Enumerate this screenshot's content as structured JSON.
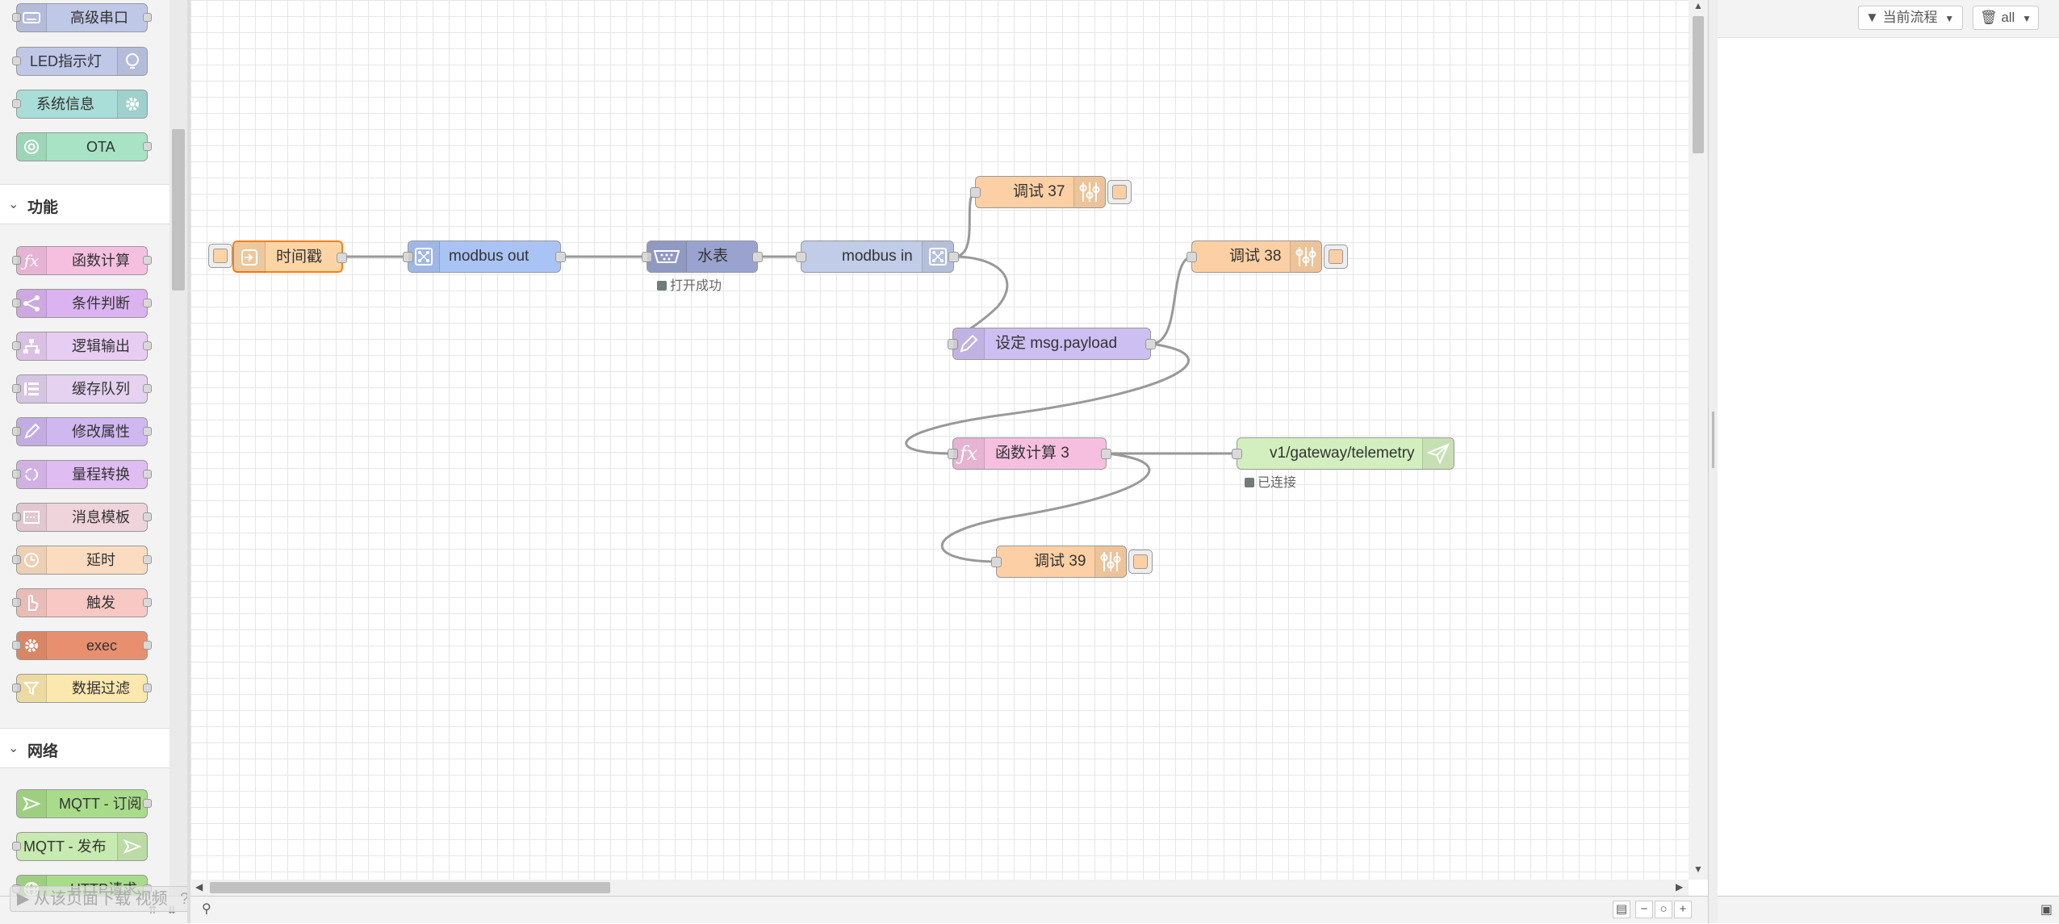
{
  "palette": {
    "top_nodes": [
      {
        "label": "高级串口",
        "color": "#c0c8e8",
        "icon": "keyboard-icon",
        "icon_side": "left"
      },
      {
        "label": "LED指示灯",
        "color": "#c0c8e8",
        "icon": "lightbulb-icon",
        "icon_side": "right"
      },
      {
        "label": "系统信息",
        "color": "#a9ddd8",
        "icon": "gear-icon",
        "icon_side": "right"
      },
      {
        "label": "OTA",
        "color": "#a7e3c4",
        "icon": "target-icon",
        "icon_side": "left"
      }
    ],
    "categories": [
      {
        "title": "功能",
        "nodes": [
          {
            "label": "函数计算",
            "color": "#f6bfe0",
            "icon": "function-icon",
            "icon_side": "left"
          },
          {
            "label": "条件判断",
            "color": "#dab3f0",
            "icon": "branch-icon",
            "icon_side": "left"
          },
          {
            "label": "逻辑输出",
            "color": "#e8cdf3",
            "icon": "hierarchy-icon",
            "icon_side": "left"
          },
          {
            "label": "缓存队列",
            "color": "#e4d2f0",
            "icon": "list-icon",
            "icon_side": "left"
          },
          {
            "label": "修改属性",
            "color": "#cfb7f0",
            "icon": "pencil-icon",
            "icon_side": "left"
          },
          {
            "label": "量程转换",
            "color": "#dfbdf2",
            "icon": "refresh-icon",
            "icon_side": "left"
          },
          {
            "label": "消息模板",
            "color": "#f0d4dc",
            "icon": "template-icon",
            "icon_side": "left"
          },
          {
            "label": "延时",
            "color": "#fcdcc0",
            "icon": "clock-icon",
            "icon_side": "left"
          },
          {
            "label": "触发",
            "color": "#f8c8c4",
            "icon": "hand-icon",
            "icon_side": "left"
          },
          {
            "label": "exec",
            "color": "#e78f6e",
            "icon": "cog-icon",
            "icon_side": "left"
          },
          {
            "label": "数据过滤",
            "color": "#fbe8ae",
            "icon": "filter-icon",
            "icon_side": "left"
          }
        ]
      },
      {
        "title": "网络",
        "nodes": [
          {
            "label": "MQTT - 订阅",
            "color": "#a8dc8a",
            "icon": "send-icon",
            "icon_side": "left"
          },
          {
            "label": "MQTT - 发布",
            "color": "#c7eab0",
            "icon": "send-icon",
            "icon_side": "right"
          },
          {
            "label": "HTTP请求",
            "color": "#a8dc8a",
            "icon": "globe-icon",
            "icon_side": "left"
          }
        ]
      }
    ],
    "toast": "从该页面下载 视频"
  },
  "flow": {
    "nodes": [
      {
        "id": "n1",
        "label": "时间戳",
        "color": "#fcd5a6",
        "icon": "inject-icon",
        "icon_side": "left",
        "selected": true
      },
      {
        "id": "n2",
        "label": "modbus out",
        "color": "#a9c3f4",
        "icon": "modbus-icon",
        "icon_side": "left"
      },
      {
        "id": "n3",
        "label": "水表",
        "color": "#9aa3cf",
        "icon": "serial-port-icon",
        "icon_side": "left"
      },
      {
        "id": "n4",
        "label": "modbus in",
        "color": "#c0cce8",
        "icon": "modbus-icon",
        "icon_side": "right"
      },
      {
        "id": "n5",
        "label": "调试 37",
        "color": "#fcd0a4",
        "icon": "debug-icon",
        "icon_side": "right"
      },
      {
        "id": "n6",
        "label": "调试 38",
        "color": "#fcd0a4",
        "icon": "debug-icon",
        "icon_side": "right"
      },
      {
        "id": "n7",
        "label": "设定 msg.payload",
        "color": "#cdbff2",
        "icon": "pencil-icon",
        "icon_side": "left"
      },
      {
        "id": "n8",
        "label": "函数计算 3",
        "color": "#f6bfe0",
        "icon": "function-icon",
        "icon_side": "left"
      },
      {
        "id": "n9",
        "label": "v1/gateway/telemetry",
        "color": "#d3efbf",
        "icon": "send-icon",
        "icon_side": "right"
      },
      {
        "id": "n10",
        "label": "调试 39",
        "color": "#fcd0a4",
        "icon": "debug-icon",
        "icon_side": "right"
      }
    ],
    "statuses": {
      "n3": "打开成功",
      "n9": "已连接"
    }
  },
  "sidebar": {
    "filter_label": "当前流程",
    "clear_label": "all"
  }
}
